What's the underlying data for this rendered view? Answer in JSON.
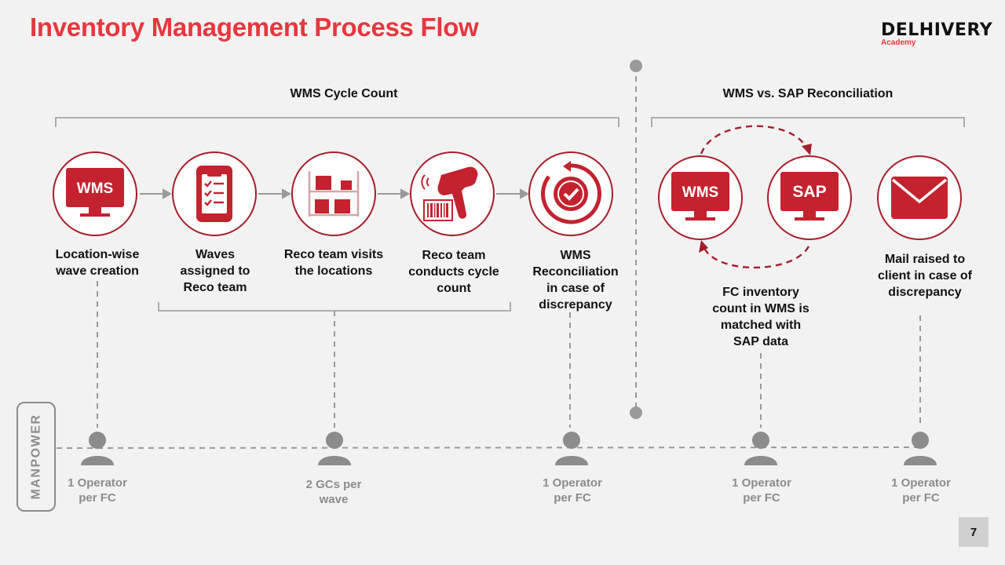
{
  "title": "Inventory Management Process Flow",
  "logo": {
    "brand": "DELHIVERY",
    "sub": "Academy"
  },
  "sections": {
    "cycle_count": "WMS Cycle Count",
    "reconciliation": "WMS vs. SAP Reconciliation"
  },
  "steps": [
    {
      "label_lines": [
        "Location-wise",
        "wave creation"
      ],
      "icon": "wms-monitor-icon",
      "icon_text": "WMS"
    },
    {
      "label_lines": [
        "Waves",
        "assigned to",
        "Reco team"
      ],
      "icon": "mobile-checklist-icon"
    },
    {
      "label_lines": [
        "Reco team visits",
        "the locations"
      ],
      "icon": "warehouse-shelf-icon"
    },
    {
      "label_lines": [
        "Reco team",
        "conducts cycle",
        "count"
      ],
      "icon": "barcode-scanner-icon"
    },
    {
      "label_lines": [
        "WMS",
        "Reconciliation",
        "in case of",
        "discrepancy"
      ],
      "icon": "reconciliation-check-icon"
    },
    {
      "label_lines": [
        "FC inventory",
        "count in WMS is",
        "matched with",
        "SAP data"
      ],
      "icon": "wms-sap-sync-icon",
      "icon_text_a": "WMS",
      "icon_text_b": "SAP"
    },
    {
      "label_lines": [
        "Mail raised to",
        "client in case of",
        "discrepancy"
      ],
      "icon": "mail-icon"
    }
  ],
  "manpower": {
    "heading": "MANPOWER",
    "items": [
      {
        "lines": [
          "1 Operator",
          "per FC"
        ]
      },
      {
        "lines": [
          "2 GCs per",
          "wave"
        ]
      },
      {
        "lines": [
          "1 Operator",
          "per FC"
        ]
      },
      {
        "lines": [
          "1 Operator",
          "per FC"
        ]
      },
      {
        "lines": [
          "1 Operator",
          "per FC"
        ]
      }
    ]
  },
  "page_number": "7",
  "colors": {
    "accent": "#e8363d",
    "icon_red": "#c4222f",
    "border": "#a61e2a",
    "grey": "#8c8c8c"
  }
}
